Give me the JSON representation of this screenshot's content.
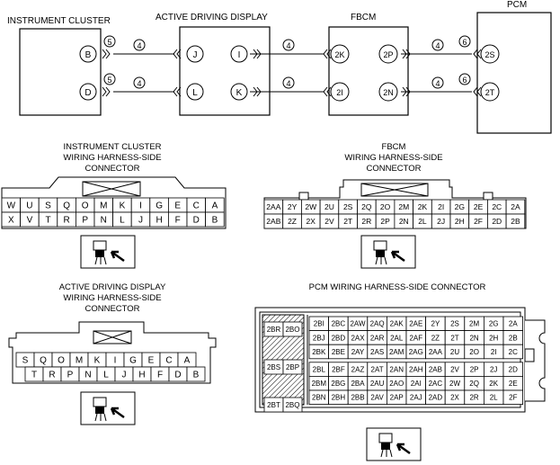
{
  "modules": {
    "cluster": "INSTRUMENT CLUSTER",
    "add": "ACTIVE DRIVING DISPLAY",
    "fbcm": "FBCM",
    "pcm": "PCM"
  },
  "circuit": [
    {
      "cluster_pin": "B",
      "c1": "5",
      "w1": "4",
      "add_in": "J",
      "add_out": "I",
      "w2": "4",
      "fbcm_in": "2K",
      "fbcm_out": "2P",
      "w3": "4",
      "c4": "6",
      "pcm_pin": "2S"
    },
    {
      "cluster_pin": "D",
      "c1": "5",
      "w1": "4",
      "add_in": "L",
      "add_out": "K",
      "w2": "4",
      "fbcm_in": "2I",
      "fbcm_out": "2N",
      "w3": "4",
      "c4": "6",
      "pcm_pin": "2T"
    }
  ],
  "connector_titles": {
    "cluster": [
      "INSTRUMENT CLUSTER",
      "WIRING HARNESS-SIDE",
      "CONNECTOR"
    ],
    "fbcm": [
      "FBCM",
      "WIRING HARNESS-SIDE",
      "CONNECTOR"
    ],
    "add": [
      "ACTIVE DRIVING DISPLAY",
      "WIRING HARNESS-SIDE",
      "CONNECTOR"
    ],
    "pcm": "PCM WIRING HARNESS-SIDE CONNECTOR"
  },
  "cluster_pins": [
    [
      "W",
      "U",
      "S",
      "Q",
      "O",
      "M",
      "K",
      "I",
      "G",
      "E",
      "C",
      "A"
    ],
    [
      "X",
      "V",
      "T",
      "R",
      "P",
      "N",
      "L",
      "J",
      "H",
      "F",
      "D",
      "B"
    ]
  ],
  "fbcm_pins": [
    [
      "2AA",
      "2Y",
      "2W",
      "2U",
      "2S",
      "2Q",
      "2O",
      "2M",
      "2K",
      "2I",
      "2G",
      "2E",
      "2C",
      "2A"
    ],
    [
      "2AB",
      "2Z",
      "2X",
      "2V",
      "2T",
      "2R",
      "2P",
      "2N",
      "2L",
      "2J",
      "2H",
      "2F",
      "2D",
      "2B"
    ]
  ],
  "add_pins": [
    [
      "S",
      "Q",
      "O",
      "M",
      "K",
      "I",
      "G",
      "E",
      "C",
      "A"
    ],
    [
      "T",
      "R",
      "P",
      "N",
      "L",
      "J",
      "H",
      "F",
      "D",
      "B"
    ]
  ],
  "pcm_left_pins": [
    [
      "2BR",
      "2BO"
    ],
    [
      "2BS",
      "2BP"
    ],
    [
      "2BT",
      "2BQ"
    ]
  ],
  "pcm_pins": [
    [
      "2BI",
      "2BC",
      "2AW",
      "2AQ",
      "2AK",
      "2AE",
      "2Y",
      "2S",
      "2M",
      "2G",
      "2A"
    ],
    [
      "2BJ",
      "2BD",
      "2AX",
      "2AR",
      "2AL",
      "2AF",
      "2Z",
      "2T",
      "2N",
      "2H",
      "2B"
    ],
    [
      "2BK",
      "2BE",
      "2AY",
      "2AS",
      "2AM",
      "2AG",
      "2AA",
      "2U",
      "2O",
      "2I",
      "2C"
    ],
    [
      "2BL",
      "2BF",
      "2AZ",
      "2AT",
      "2AN",
      "2AH",
      "2AB",
      "2V",
      "2P",
      "2J",
      "2D"
    ],
    [
      "2BM",
      "2BG",
      "2BA",
      "2AU",
      "2AO",
      "2AI",
      "2AC",
      "2W",
      "2Q",
      "2K",
      "2E"
    ],
    [
      "2BN",
      "2BH",
      "2BB",
      "2AV",
      "2AP",
      "2AJ",
      "2AD",
      "2X",
      "2R",
      "2L",
      "2F"
    ]
  ]
}
